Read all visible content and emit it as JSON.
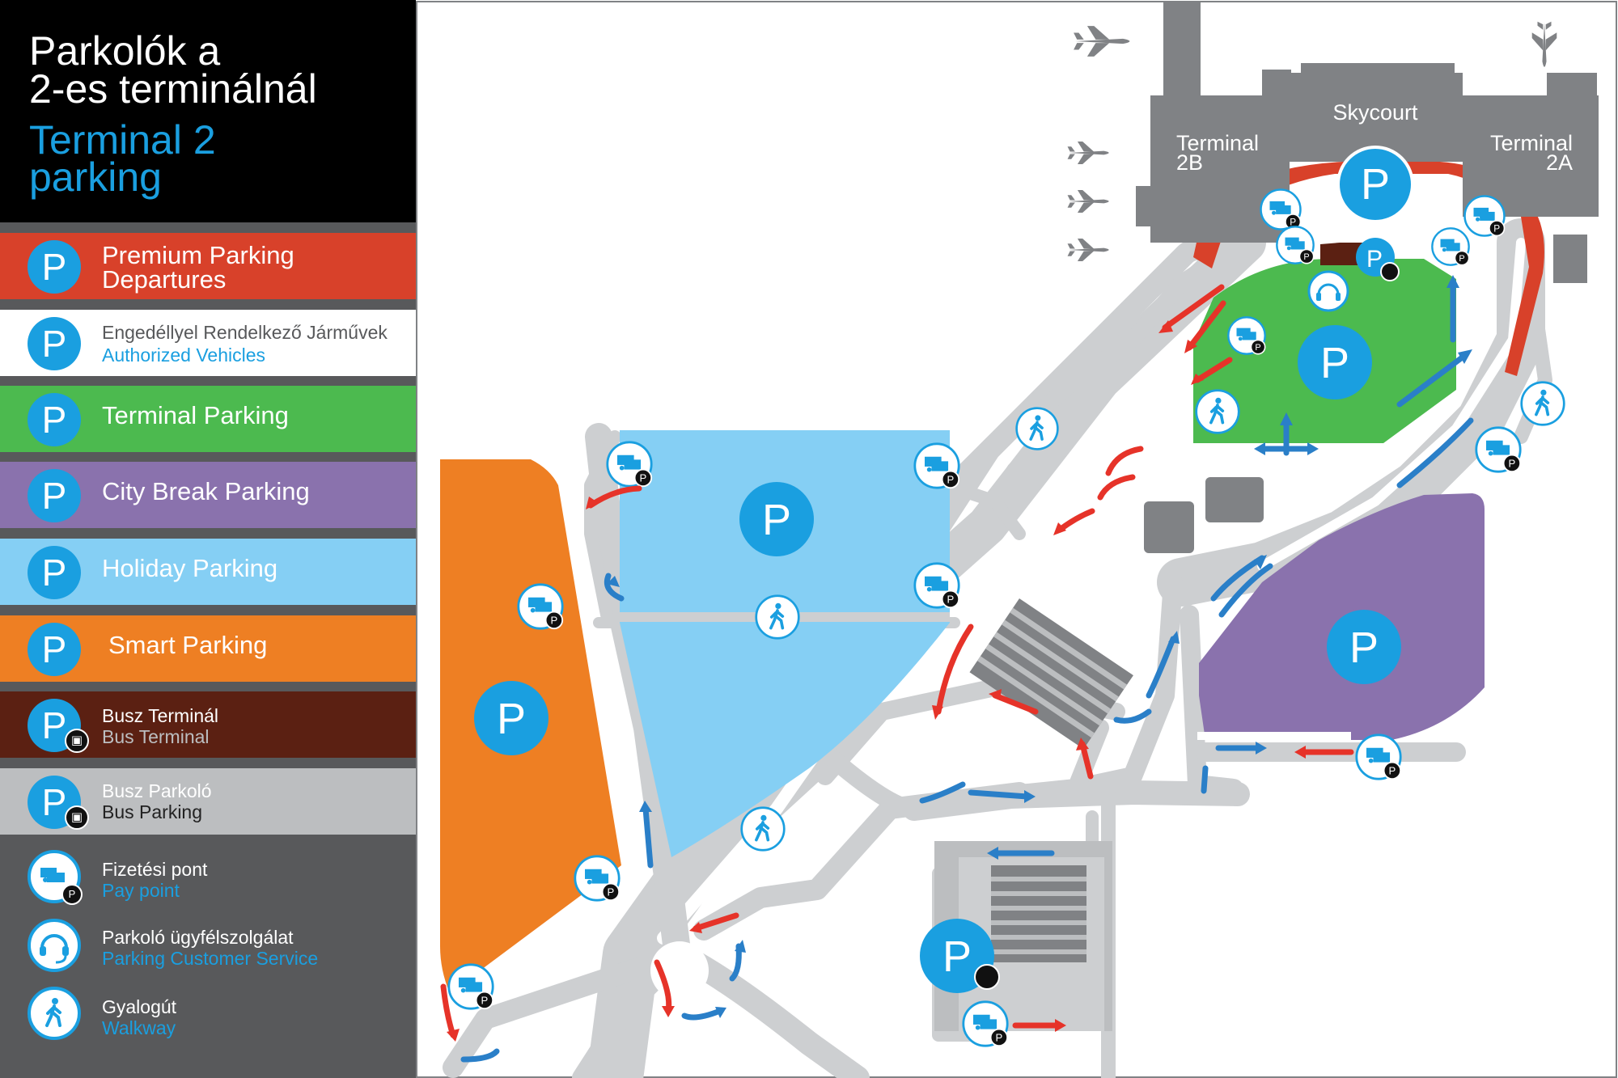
{
  "title": {
    "hu_line1": "Parkolók a",
    "hu_line2": "2-es terminálnál",
    "en_line1": "Terminal 2",
    "en_line2": "parking"
  },
  "parking_symbol": "P",
  "legend": {
    "premium": {
      "label_line1": "Premium Parking",
      "label_line2": "Departures",
      "color": "#d8412a"
    },
    "authorized": {
      "label_hu": "Engedéllyel Rendelkező Járművek",
      "label_en": "Authorized Vehicles",
      "color": "#ffffff"
    },
    "terminal": {
      "label": "Terminal Parking",
      "color": "#4cba4f"
    },
    "citybreak": {
      "label": "City Break Parking",
      "color": "#8a72ad"
    },
    "holiday": {
      "label": "Holiday Parking",
      "color": "#85cff4"
    },
    "smart": {
      "label": "Smart Parking",
      "color": "#ee7f23"
    },
    "bus_terminal": {
      "label_hu": "Busz Terminál",
      "label_en": "Bus Terminal",
      "color": "#5b2012"
    },
    "bus_parking": {
      "label_hu": "Busz Parkoló",
      "label_en": "Bus Parking",
      "color": "#bcbec0"
    },
    "pay_point": {
      "label_hu": "Fizetési pont",
      "label_en": "Pay point",
      "icon": "pay-point-icon"
    },
    "customer_service": {
      "label_hu": "Parkoló ügyfélszolgálat",
      "label_en": "Parking Customer Service",
      "icon": "headset-icon"
    },
    "walkway": {
      "label_hu": "Gyalogút",
      "label_en": "Walkway",
      "icon": "pedestrian-icon"
    }
  },
  "map": {
    "skycourt": "Skycourt",
    "terminal_2b_line1": "Terminal",
    "terminal_2b_line2": "2B",
    "terminal_2a_line1": "Terminal",
    "terminal_2a_line2": "2A",
    "road_color": "#cdcfd1",
    "building_color": "#808285",
    "accent_blue": "#1a9fe0",
    "arrow_red": "#e63329",
    "arrow_blue": "#2a7fc8"
  }
}
